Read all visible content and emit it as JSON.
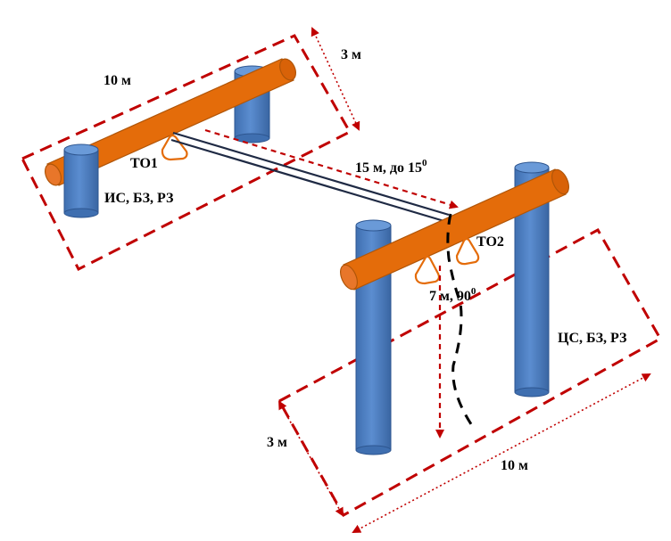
{
  "labels": {
    "start_width": "3 м",
    "start_length": "10 м",
    "start_zone": "ИС, БЗ, РЗ",
    "anchor1": "ТО1",
    "traverse_length": "15 м,  до 15",
    "traverse_angle_sup": "0",
    "anchor2": "ТО2",
    "descent_length": "7 м,  90",
    "descent_angle_sup": "0",
    "finish_zone": "ЦС, БЗ, РЗ",
    "finish_width": "3 м",
    "finish_length": "10 м"
  },
  "colors": {
    "zone_border": "#c00000",
    "post_fill": "#4f7fc0",
    "post_stroke": "#2e5690",
    "beam_fill": "#e46c0a",
    "beam_stroke": "#b05508",
    "rope": "#1f2a44",
    "carabiner": "#e46c0a",
    "descent_line": "#000000"
  }
}
